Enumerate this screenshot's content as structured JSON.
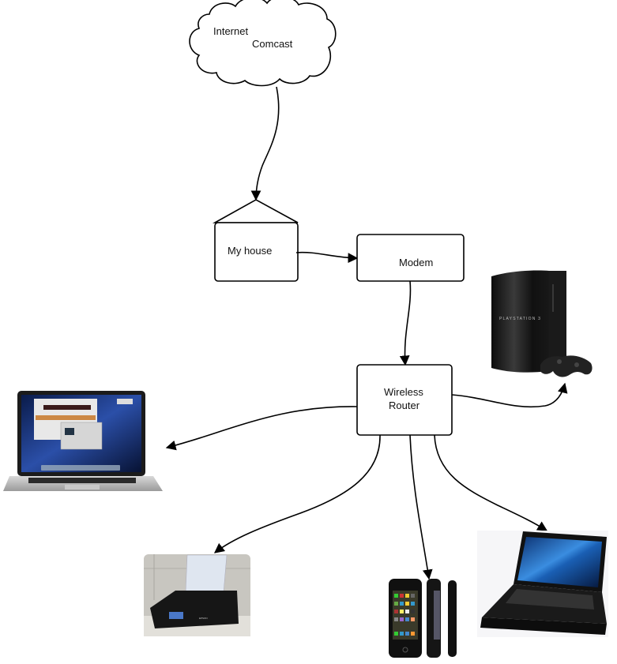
{
  "diagram": {
    "title": "Home network diagram",
    "nodes": {
      "internet": {
        "line1": "Internet",
        "line2": "Comcast",
        "shape": "cloud"
      },
      "house": {
        "label": "My house",
        "shape": "house"
      },
      "modem": {
        "label": "Modem",
        "shape": "rounded-rect"
      },
      "router": {
        "line1": "Wireless",
        "line2": "Router",
        "shape": "rounded-rect"
      }
    },
    "devices": [
      {
        "id": "ps3",
        "name": "PlayStation 3 console",
        "brand_text": "PLAYSTATION 3"
      },
      {
        "id": "macbook",
        "name": "MacBook Pro laptop"
      },
      {
        "id": "printer",
        "name": "Epson printer",
        "brand_text": "EPSON"
      },
      {
        "id": "iphone",
        "name": "iPhone"
      },
      {
        "id": "toshiba",
        "name": "Toshiba laptop"
      }
    ],
    "edges": [
      {
        "from": "internet",
        "to": "house"
      },
      {
        "from": "house",
        "to": "modem"
      },
      {
        "from": "modem",
        "to": "router"
      },
      {
        "from": "router",
        "to": "ps3"
      },
      {
        "from": "router",
        "to": "macbook"
      },
      {
        "from": "router",
        "to": "printer"
      },
      {
        "from": "router",
        "to": "iphone"
      },
      {
        "from": "router",
        "to": "toshiba"
      }
    ]
  }
}
